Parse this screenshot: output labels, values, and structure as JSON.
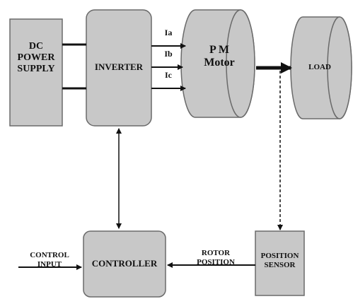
{
  "blocks": {
    "dc_supply": "DC\nPOWER\nSUPPLY",
    "inverter": "INVERTER",
    "motor": "P M\nMotor",
    "load": "LOAD",
    "controller": "CONTROLLER",
    "position_sensor": "POSITION\nSENSOR"
  },
  "signals": {
    "currents": [
      "Ia",
      "Ib",
      "Ic"
    ],
    "control_input": "CONTROL\nINPUT",
    "rotor_position": "ROTOR\nPOSITION"
  },
  "colors": {
    "block_fill": "#c8c8c8",
    "block_edge": "#6a6a6a",
    "line": "#111111"
  }
}
